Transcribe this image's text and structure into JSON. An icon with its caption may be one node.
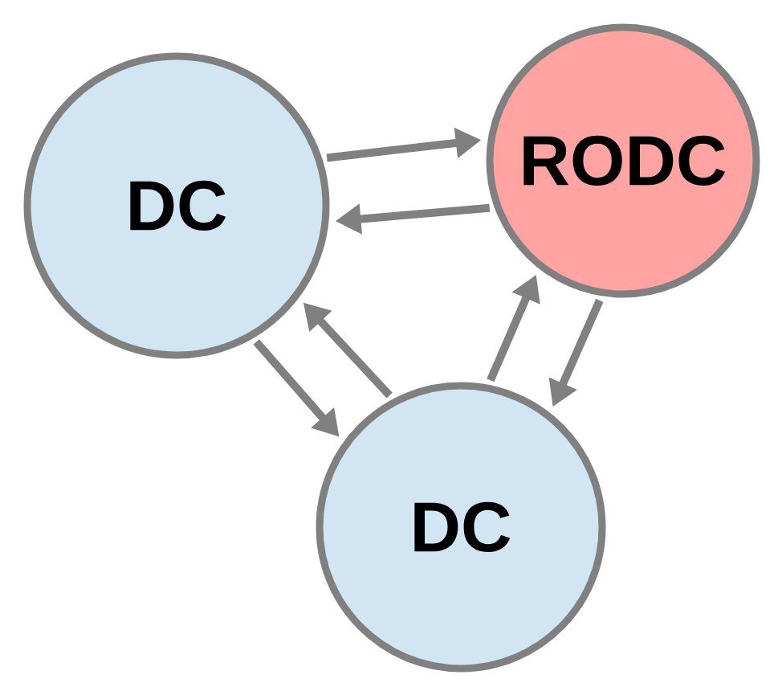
{
  "diagram": {
    "nodes": [
      {
        "text": [
          "DC"
        ]
      },
      {
        "text": [
          "RODC"
        ]
      },
      {
        "text": [
          "DC"
        ]
      }
    ],
    "edges": [
      {
        "from": 0,
        "to": 1,
        "arrow": "to"
      },
      {
        "from": 1,
        "to": 0,
        "arrow": "to"
      },
      {
        "from": 0,
        "to": 2,
        "arrow": "to"
      },
      {
        "from": 2,
        "to": 0,
        "arrow": "to"
      },
      {
        "from": 2,
        "to": 1,
        "arrow": "to"
      },
      {
        "from": 1,
        "to": 2,
        "arrow": "to"
      }
    ]
  }
}
